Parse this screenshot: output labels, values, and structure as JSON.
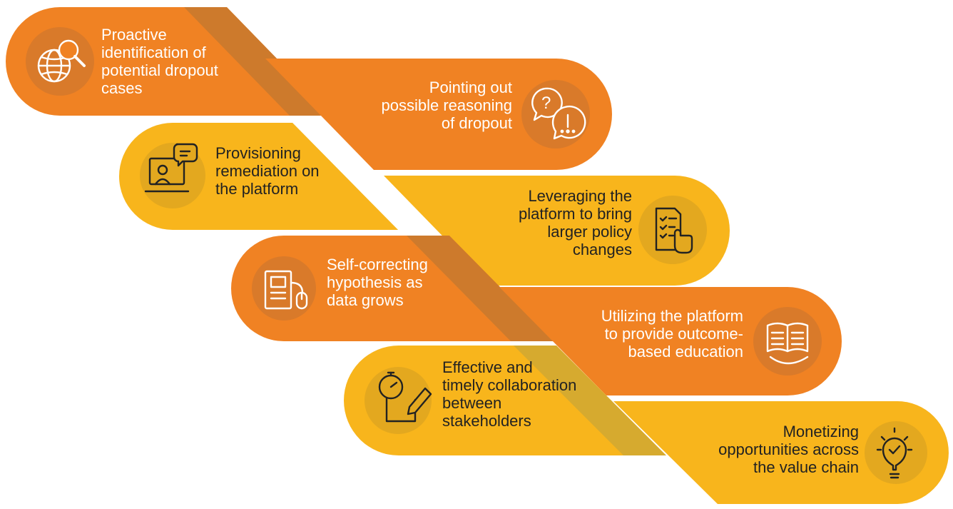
{
  "palette": {
    "orange": "#F08223",
    "yellow": "#F8B51C",
    "stripe_orange": "#CD7A2C",
    "stripe_yellow": "#D6AA2F",
    "circle_orange": "#D97A2A",
    "circle_yellow": "#E3A81F",
    "text_on_orange": "#FFFFFF",
    "text_on_yellow": "#222222",
    "icon_on_orange": "#FFFFFF",
    "icon_on_yellow": "#222222"
  },
  "items": [
    {
      "lines": [
        "Proactive",
        "identification of",
        "potential dropout",
        "cases"
      ],
      "icon": "globe-search-icon",
      "fill": "orange"
    },
    {
      "lines": [
        "Pointing out",
        "possible reasoning",
        "of dropout"
      ],
      "icon": "question-exclamation-chat-icon",
      "fill": "orange"
    },
    {
      "lines": [
        "Provisioning",
        "remediation on",
        "the platform"
      ],
      "icon": "online-training-icon",
      "fill": "yellow"
    },
    {
      "lines": [
        "Leveraging the",
        "platform to bring",
        "larger policy",
        "changes"
      ],
      "icon": "checklist-document-icon",
      "fill": "yellow"
    },
    {
      "lines": [
        "Self-correcting",
        "hypothesis as",
        "data grows"
      ],
      "icon": "desktop-computer-icon",
      "fill": "orange"
    },
    {
      "lines": [
        "Utilizing the platform",
        "to provide outcome-",
        "based education"
      ],
      "icon": "open-book-hand-icon",
      "fill": "orange"
    },
    {
      "lines": [
        "Effective and",
        "timely collaboration",
        "between",
        "stakeholders"
      ],
      "icon": "stopwatch-pencil-icon",
      "fill": "yellow"
    },
    {
      "lines": [
        "Monetizing",
        "opportunities across",
        "the value chain"
      ],
      "icon": "lightbulb-check-icon",
      "fill": "yellow"
    }
  ]
}
